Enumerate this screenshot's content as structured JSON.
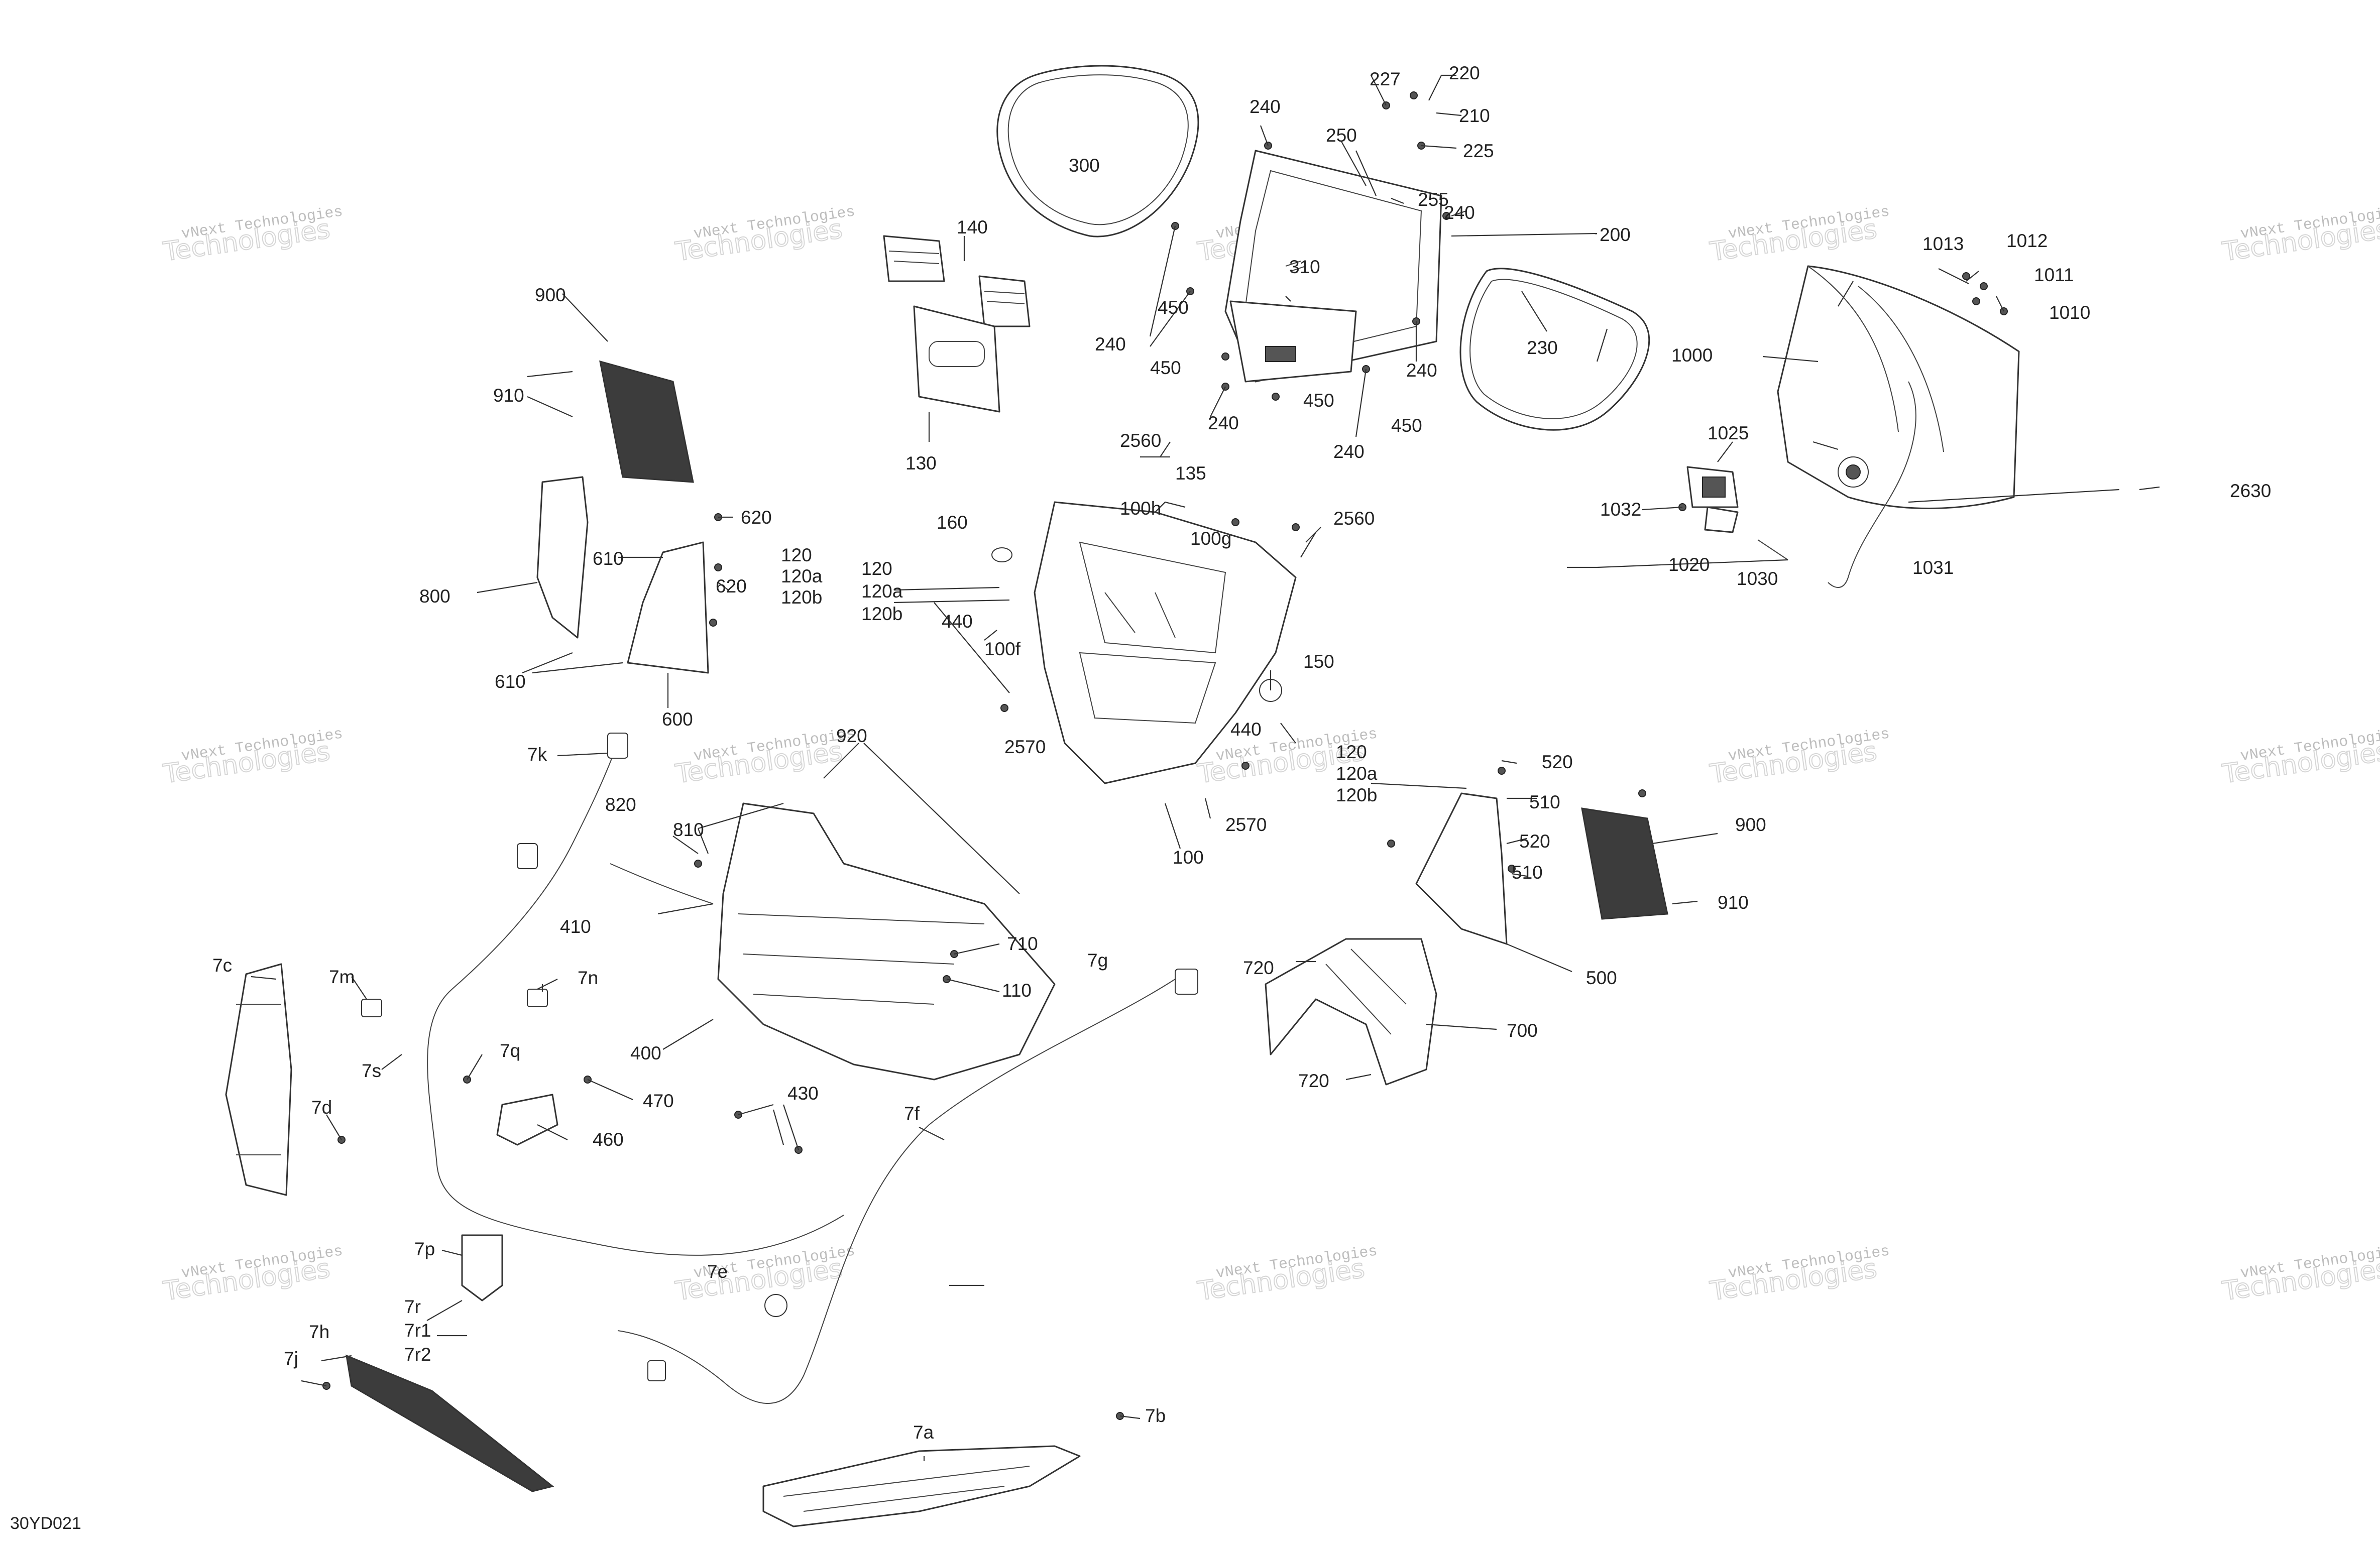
{
  "document": {
    "id": "30YD021"
  },
  "watermark": {
    "line1": "vNext Technologies",
    "line2": "Technologies"
  },
  "labels": {
    "l200": "200",
    "l210": "210",
    "l220": "220",
    "l225": "225",
    "l227": "227",
    "l230": "230",
    "l240": "240",
    "l250": "250",
    "l255": "255",
    "l300": "300",
    "l310": "310",
    "l450": "450",
    "l140": "140",
    "l130": "130",
    "l900": "900",
    "l910": "910",
    "l800": "800",
    "l610": "610",
    "l600": "600",
    "l620": "620",
    "l120": "120",
    "l120a": "120a",
    "l120b": "120b",
    "l440": "440",
    "l160": "160",
    "l100": "100",
    "l100f": "100f",
    "l100g": "100g",
    "l100h": "100h",
    "l135": "135",
    "l150": "150",
    "l2560": "2560",
    "l2570": "2570",
    "l1000": "1000",
    "l1010": "1010",
    "l1011": "1011",
    "l1012": "1012",
    "l1013": "1013",
    "l1020": "1020",
    "l1025": "1025",
    "l1030": "1030",
    "l1031": "1031",
    "l1032": "1032",
    "l2630": "2630",
    "l500": "500",
    "l510": "510",
    "l520": "520",
    "l700": "700",
    "l710": "710",
    "l720": "720",
    "l110": "110",
    "l400": "400",
    "l410": "410",
    "l430": "430",
    "l460": "460",
    "l470": "470",
    "l810": "810",
    "l820": "820",
    "l920": "920",
    "l7a": "7a",
    "l7b": "7b",
    "l7c": "7c",
    "l7d": "7d",
    "l7f": "7f",
    "l7g": "7g",
    "l7h": "7h",
    "l7j": "7j",
    "l7k": "7k",
    "l7m": "7m",
    "l7n": "7n",
    "l7p": "7p",
    "l7q": "7q",
    "l7r": "7r",
    "l7r1": "7r1",
    "l7r2": "7r2",
    "l7s": "7s"
  }
}
